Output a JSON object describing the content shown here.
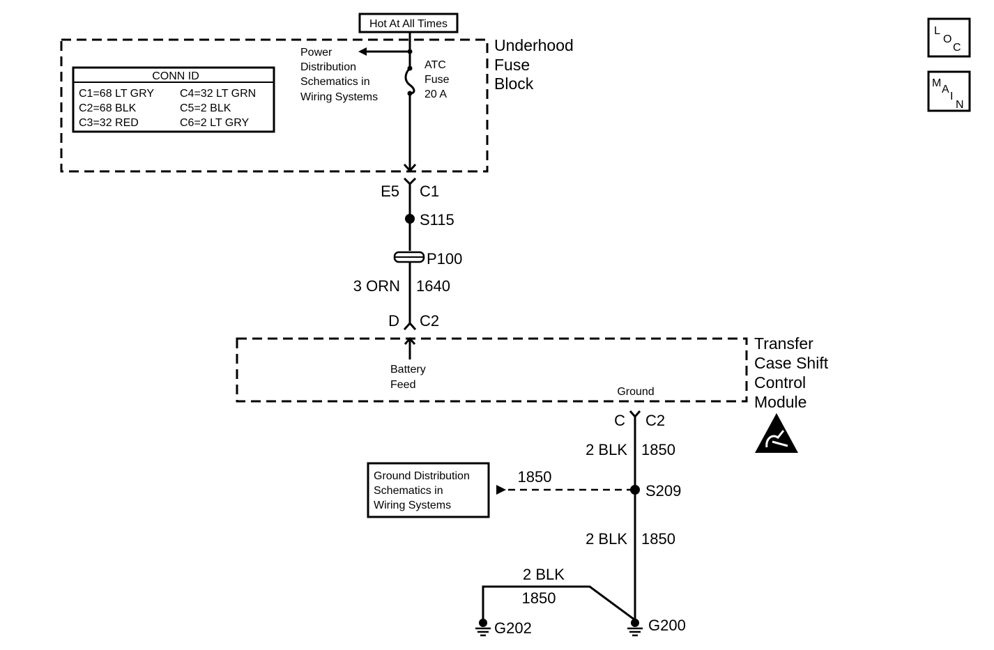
{
  "header": {
    "hot_label": "Hot At All Times"
  },
  "nav": {
    "loc": {
      "l": "L",
      "o": "O",
      "c": "C"
    },
    "main": {
      "m": "M",
      "a": "A",
      "i": "I",
      "n": "N"
    }
  },
  "fuse_block": {
    "name_lines": [
      "Underhood",
      "Fuse",
      "Block"
    ],
    "power_ref_lines": [
      "Power",
      "Distribution",
      "Schematics in",
      "Wiring Systems"
    ],
    "fuse_lines": [
      "ATC",
      "Fuse",
      "20 A"
    ]
  },
  "conn_id": {
    "title": "CONN ID",
    "left": [
      "C1=68 LT GRY",
      "C2=68 BLK",
      "C3=32 RED"
    ],
    "right": [
      "C4=32 LT GRN",
      "C5=2 BLK",
      "C6=2 LT GRY"
    ]
  },
  "feed_circuit": {
    "top_conn_pin": "E5",
    "top_conn_id": "C1",
    "splice": "S115",
    "passthru": "P100",
    "wire_color": "3 ORN",
    "circuit_no": "1640",
    "bottom_conn_pin": "D",
    "bottom_conn_id": "C2"
  },
  "module": {
    "name_lines": [
      "Transfer",
      "Case Shift",
      "Control",
      "Module"
    ],
    "battery_lines": [
      "Battery",
      "Feed"
    ],
    "ground_label": "Ground",
    "esd_icon": "esd-sensitive-icon"
  },
  "ground_circuit": {
    "conn_pin": "C",
    "conn_id": "C2",
    "wire_color_1": "2 BLK",
    "circuit_1": "1850",
    "ref_circuit": "1850",
    "splice": "S209",
    "wire_color_2": "2 BLK",
    "circuit_2": "1850",
    "wire_color_3": "2 BLK",
    "circuit_3": "1850",
    "ground_1": "G202",
    "ground_2": "G200"
  },
  "ground_ref": {
    "lines": [
      "Ground Distribution",
      "Schematics in",
      "Wiring Systems"
    ]
  }
}
